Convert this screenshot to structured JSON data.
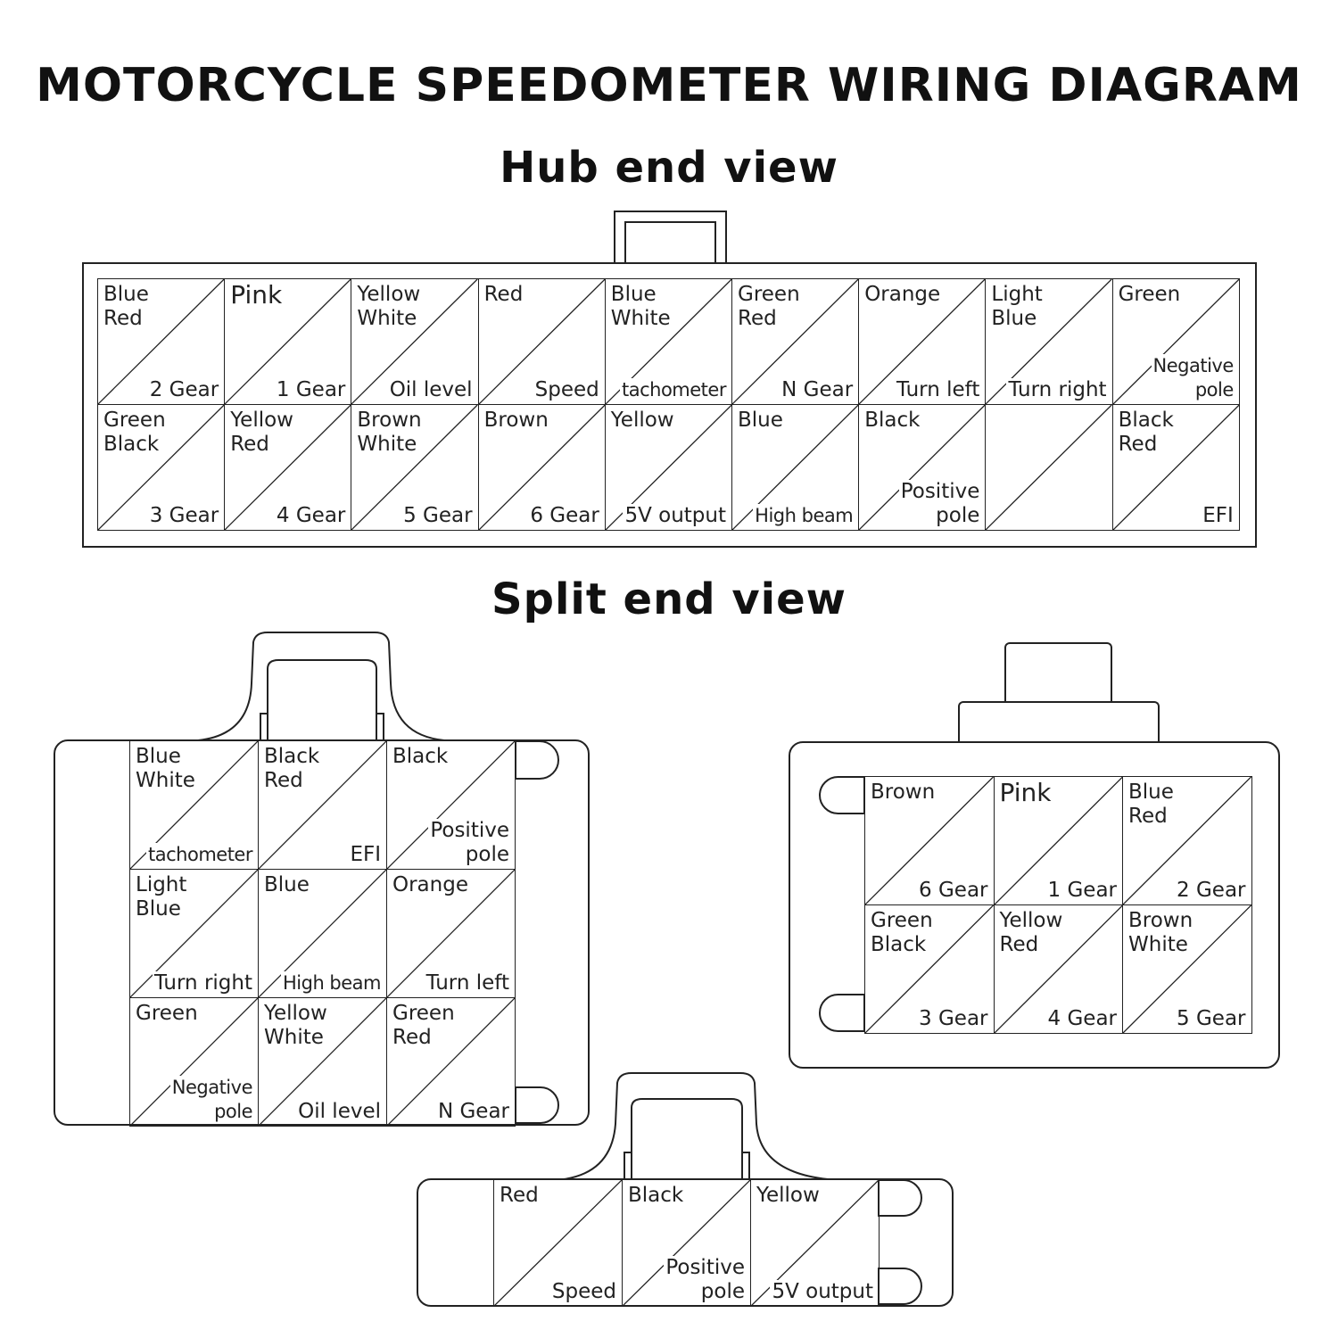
{
  "title": "MOTORCYCLE SPEEDOMETER WIRING DIAGRAM",
  "hub_title": "Hub end view",
  "split_title": "Split end view",
  "hub": {
    "row1": [
      {
        "color": "Blue\nRed",
        "func": "2 Gear"
      },
      {
        "color": "Pink",
        "func": "1 Gear"
      },
      {
        "color": "Yellow\nWhite",
        "func": "Oil level"
      },
      {
        "color": "Red",
        "func": "Speed"
      },
      {
        "color": "Blue\nWhite",
        "func": "tachometer"
      },
      {
        "color": "Green\nRed",
        "func": "N Gear"
      },
      {
        "color": "Orange",
        "func": "Turn left"
      },
      {
        "color": "Light\nBlue",
        "func": "Turn right"
      },
      {
        "color": "Green",
        "func": "Negative\npole"
      }
    ],
    "row2": [
      {
        "color": "Green\nBlack",
        "func": "3 Gear"
      },
      {
        "color": "Yellow\nRed",
        "func": "4 Gear"
      },
      {
        "color": "Brown\nWhite",
        "func": "5 Gear"
      },
      {
        "color": "Brown",
        "func": "6 Gear"
      },
      {
        "color": "Yellow",
        "func": "5V output"
      },
      {
        "color": "Blue",
        "func": "High beam"
      },
      {
        "color": "Black",
        "func": "Positive\npole"
      },
      {
        "color": "",
        "func": ""
      },
      {
        "color": "Black\nRed",
        "func": "EFI"
      }
    ]
  },
  "split_left": [
    [
      {
        "color": "Blue\nWhite",
        "func": "tachometer"
      },
      {
        "color": "Black\nRed",
        "func": "EFI"
      },
      {
        "color": "Black",
        "func": "Positive\npole"
      }
    ],
    [
      {
        "color": "Light\nBlue",
        "func": "Turn right"
      },
      {
        "color": "Blue",
        "func": "High beam"
      },
      {
        "color": "Orange",
        "func": "Turn left"
      }
    ],
    [
      {
        "color": "Green",
        "func": "Negative\npole"
      },
      {
        "color": "Yellow\nWhite",
        "func": "Oil level"
      },
      {
        "color": "Green\nRed",
        "func": "N Gear"
      }
    ]
  ],
  "split_right": [
    [
      {
        "color": "Brown",
        "func": "6 Gear"
      },
      {
        "color": "Pink",
        "func": "1 Gear"
      },
      {
        "color": "Blue\nRed",
        "func": "2 Gear"
      }
    ],
    [
      {
        "color": "Green\nBlack",
        "func": "3 Gear"
      },
      {
        "color": "Yellow\nRed",
        "func": "4 Gear"
      },
      {
        "color": "Brown\nWhite",
        "func": "5 Gear"
      }
    ]
  ],
  "split_bottom": [
    [
      {
        "color": "Red",
        "func": "Speed"
      },
      {
        "color": "Black",
        "func": "Positive\npole"
      },
      {
        "color": "Yellow",
        "func": "5V output"
      }
    ]
  ]
}
